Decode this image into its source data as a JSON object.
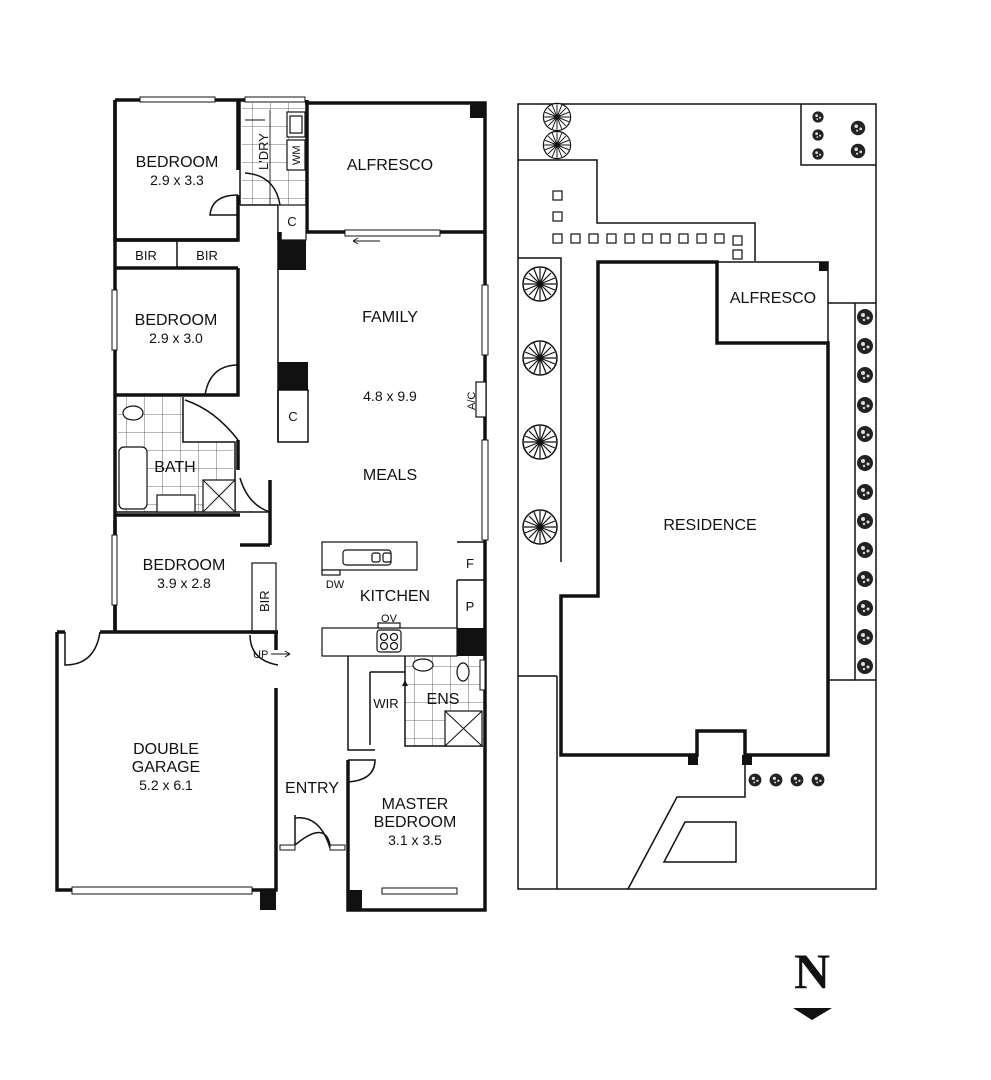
{
  "floor_plan": {
    "rooms": {
      "bedroom1": {
        "name": "BEDROOM",
        "size": "2.9 x 3.3"
      },
      "laundry": {
        "name": "L'DRY"
      },
      "washing_machine": {
        "name": "WM"
      },
      "alfresco": {
        "name": "ALFRESCO"
      },
      "cupboard1": {
        "name": "C"
      },
      "bir1": {
        "name": "BIR"
      },
      "bir2": {
        "name": "BIR"
      },
      "bedroom2": {
        "name": "BEDROOM",
        "size": "2.9 x 3.0"
      },
      "family": {
        "name": "FAMILY",
        "size": "4.8 x 9.9"
      },
      "cupboard2": {
        "name": "C"
      },
      "aircon": {
        "name": "A/C"
      },
      "bath": {
        "name": "BATH"
      },
      "meals": {
        "name": "MEALS"
      },
      "bedroom3": {
        "name": "BEDROOM",
        "size": "3.9 x 2.8"
      },
      "bir3": {
        "name": "BIR"
      },
      "dishwasher": {
        "name": "DW"
      },
      "kitchen": {
        "name": "KITCHEN"
      },
      "fridge": {
        "name": "F"
      },
      "pantry": {
        "name": "P"
      },
      "oven": {
        "name": "OV"
      },
      "up": {
        "name": "UP"
      },
      "wir": {
        "name": "WIR"
      },
      "ensuite": {
        "name": "ENS"
      },
      "garage": {
        "name_line1": "DOUBLE",
        "name_line2": "GARAGE",
        "size": "5.2 x 6.1"
      },
      "entry": {
        "name": "ENTRY"
      },
      "master": {
        "name_line1": "MASTER",
        "name_line2": "BEDROOM",
        "size": "3.1 x 3.5"
      }
    }
  },
  "site_plan": {
    "alfresco": "ALFRESCO",
    "residence": "RESIDENCE"
  },
  "north_arrow": {
    "label": "N"
  }
}
